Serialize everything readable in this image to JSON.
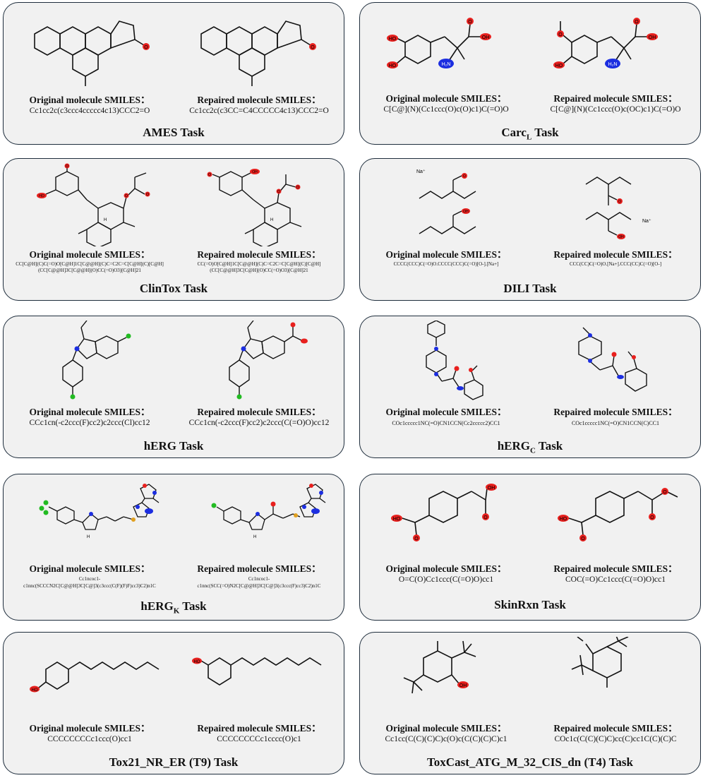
{
  "label_original": "Original molecule SMILES：",
  "label_repaired": "Repaired molecule SMILES：",
  "panels": [
    {
      "title": "AMES Task",
      "original": "Cc1cc2c(c3ccc4ccccc4c13)CCC2=O",
      "repaired": "Cc1cc2c(c3CC=C4CCCCC4c13)CCC2=O"
    },
    {
      "title": "Carc",
      "title_sub": "L",
      "title_tail": " Task",
      "original": "C[C@](N)(Cc1ccc(O)c(O)c1)C(=O)O",
      "repaired": "C[C@](N)(Cc1ccc(O)c(OC)c1)C(=O)O"
    },
    {
      "title": "ClinTox Task",
      "original": "CC[C@H](C)C(=O)O[C@H]1C[C@@H](C)C=C2C=C[C@H](C)[C@H](CC[C@@H]3C[C@@H](O)CC(=O)O3)[C@H]21",
      "repaired": "CC(=O)O[C@H]1C[C@@H](C)C=C2C=C[C@H](C)[C@H](CC[C@@H]3C[C@H](O)CC(=O)O3)[C@H]21"
    },
    {
      "title": "DILI Task",
      "original": "CCCC(CCC)C(=O)O.CCCC(CCC)C(=O)[O-].[Na+]",
      "repaired": "CCC(CC)C(=O)O.[Na+].CCC(CC)C(=O)[O-]"
    },
    {
      "title": "hERG Task",
      "original": "CCc1cn(-c2ccc(F)cc2)c2ccc(Cl)cc12",
      "repaired": "CCc1cn(-c2ccc(F)cc2)c2ccc(C(=O)O)cc12"
    },
    {
      "title": "hERG",
      "title_sub": "C",
      "title_tail": " Task",
      "original": "COc1ccccc1NC(=O)CN1CCN(Cc2ccccc2)CC1",
      "repaired": "COc1ccccc1NC(=O)CN1CCN(C)CC1"
    },
    {
      "title": "hERG",
      "title_sub": "K",
      "title_tail": " Task",
      "original_prefix": "Cc1ncoc1-",
      "original": "c1nnc(SCCCN2C[C@@H]3C[C@]3(c3ccc(C(F)(F)F)cc3)C2)n1C",
      "repaired_prefix": "Cc1ncoc1-",
      "repaired": "c1nnc(SCC(=O)N2C[C@@H]3C[C@]3(c3ccc(F)cc3)C2)n1C"
    },
    {
      "title": "SkinRxn Task",
      "original": "O=C(O)Cc1ccc(C(=O)O)cc1",
      "repaired": "COC(=O)Cc1ccc(C(=O)O)cc1"
    },
    {
      "title": "Tox21_NR_ER (T9) Task",
      "original": "CCCCCCCCc1ccc(O)cc1",
      "repaired": "CCCCCCCCc1cccc(O)c1"
    },
    {
      "title": "ToxCast_ATG_M_32_CIS_dn (T4) Task",
      "original": "Cc1cc(C(C)(C)C)c(O)c(C(C)(C)C)c1",
      "repaired": "COc1c(C(C)(C)C)cc(C)cc1C(C)(C)C"
    }
  ],
  "atoms": {
    "o": "O",
    "oh": "OH",
    "ho": "HO",
    "h2n": "H₂N",
    "na": "Na⁺",
    "f": "F",
    "cl": "Cl",
    "n": "N",
    "s": "S",
    "h": "H"
  },
  "colors": {
    "oxygen": "#e8201e",
    "nitrogen": "#1c2ee0",
    "fluorine": "#22bb22",
    "chlorine": "#22bb22",
    "sulfur": "#e0a020",
    "panel_bg": "#f1f1f1",
    "panel_border": "#1e2d3c"
  }
}
